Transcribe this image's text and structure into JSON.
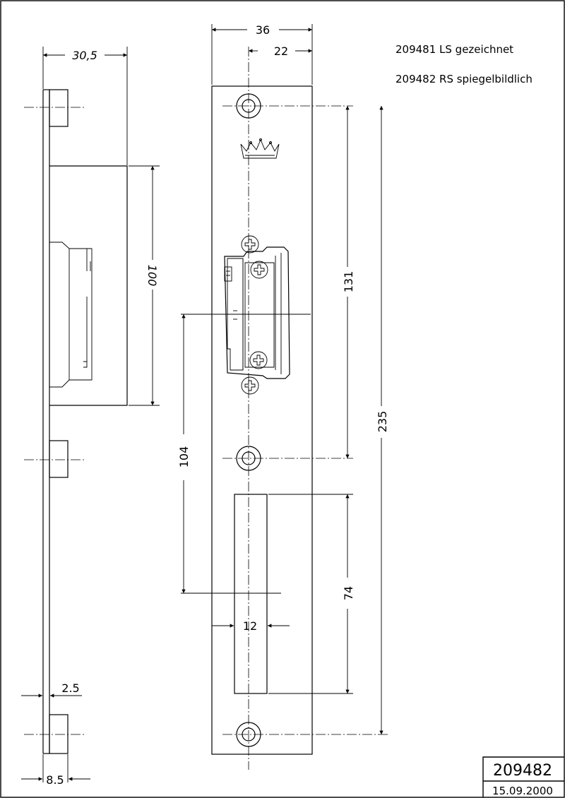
{
  "notes": {
    "line1": "209481 LS gezeichnet",
    "line2": "209482 RS spiegelbildlich"
  },
  "dimensions": {
    "width_total": "36",
    "width_center": "22",
    "depth": "30,5",
    "box_height": "100",
    "hole_spacing": "131",
    "total_length": "235",
    "keeper_offset": "104",
    "slot_length": "74",
    "slot_width": "12",
    "plate_thickness": "2.5",
    "edge_offset": "8.5"
  },
  "title_block": {
    "part_number": "209482",
    "date": "15.09.2000"
  },
  "icons": {
    "crown": "crown-logo-icon",
    "screw": "phillips-screw-icon"
  }
}
